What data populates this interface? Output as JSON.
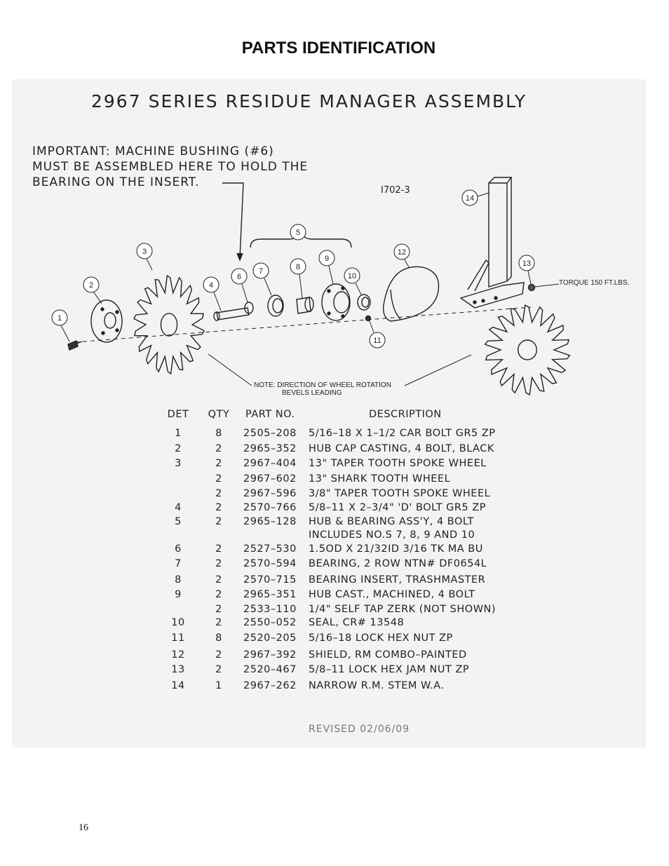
{
  "page": {
    "title": "PARTS IDENTIFICATION",
    "page_number": "16"
  },
  "diagram": {
    "title": "2967 SERIES RESIDUE MANAGER ASSEMBLY",
    "important_note": [
      "IMPORTANT: MACHINE BUSHING (#6)",
      "MUST BE ASSEMBLED HERE TO HOLD THE",
      "BEARING ON THE INSERT."
    ],
    "drawing_code": "I702-3",
    "torque_note": "TORQUE 150 FT.LBS.",
    "rotation_note": [
      "NOTE: DIRECTION OF WHEEL ROTATION",
      "BEVELS LEADING"
    ],
    "callouts": [
      "1",
      "2",
      "3",
      "4",
      "5",
      "6",
      "7",
      "8",
      "9",
      "10",
      "11",
      "12",
      "13",
      "14"
    ]
  },
  "table": {
    "headers": {
      "det": "DET",
      "qty": "QTY",
      "part": "PART NO.",
      "desc": "DESCRIPTION"
    },
    "rows": [
      {
        "det": "1",
        "qty": "8",
        "part": "2505–208",
        "desc": "5/16–18 X 1–1/2 CAR BOLT GR5 ZP"
      },
      {
        "det": "2",
        "qty": "2",
        "part": "2965–352",
        "desc": "HUB CAP CASTING, 4 BOLT, BLACK"
      },
      {
        "det": "3",
        "qty": "2",
        "part": "2967–404",
        "desc": "13\" TAPER TOOTH SPOKE WHEEL"
      },
      {
        "det": "",
        "qty": "2",
        "part": "2967–602",
        "desc": "13\" SHARK TOOTH WHEEL"
      },
      {
        "det": "",
        "qty": "2",
        "part": "2967–596",
        "desc": "3/8\" TAPER TOOTH SPOKE WHEEL"
      },
      {
        "det": "4",
        "qty": "2",
        "part": "2570–766",
        "desc": "5/8–11 X 2–3/4\" 'D' BOLT GR5 ZP"
      },
      {
        "det": "5",
        "qty": "2",
        "part": "2965–128",
        "desc": "HUB & BEARING ASS'Y, 4 BOLT"
      },
      {
        "det": "",
        "qty": "",
        "part": "",
        "desc": "INCLUDES NO.S 7, 8, 9 AND 10"
      },
      {
        "det": "6",
        "qty": "2",
        "part": "2527–530",
        "desc": "1.5OD X 21/32ID 3/16 TK MA BU"
      },
      {
        "det": "7",
        "qty": "2",
        "part": "2570–594",
        "desc": "BEARING, 2 ROW NTN# DF0654L"
      },
      {
        "det": "8",
        "qty": "2",
        "part": "2570–715",
        "desc": "BEARING INSERT, TRASHMASTER"
      },
      {
        "det": "9",
        "qty": "2",
        "part": "2965–351",
        "desc": "HUB CAST., MACHINED, 4 BOLT"
      },
      {
        "det": "",
        "qty": "2",
        "part": "2533–110",
        "desc": "1/4\" SELF TAP ZERK (NOT SHOWN)"
      },
      {
        "det": "10",
        "qty": "2",
        "part": "2550–052",
        "desc": "SEAL, CR# 13548"
      },
      {
        "det": "11",
        "qty": "8",
        "part": "2520–205",
        "desc": "5/16–18 LOCK HEX NUT ZP"
      },
      {
        "det": "12",
        "qty": "2",
        "part": "2967–392",
        "desc": "SHIELD, RM COMBO–PAINTED"
      },
      {
        "det": "13",
        "qty": "2",
        "part": "2520–467",
        "desc": "5/8–11 LOCK HEX JAM NUT ZP"
      },
      {
        "det": "14",
        "qty": "1",
        "part": "2967–262",
        "desc": "NARROW R.M. STEM W.A."
      }
    ]
  },
  "revised": "REVISED 02/06/09"
}
